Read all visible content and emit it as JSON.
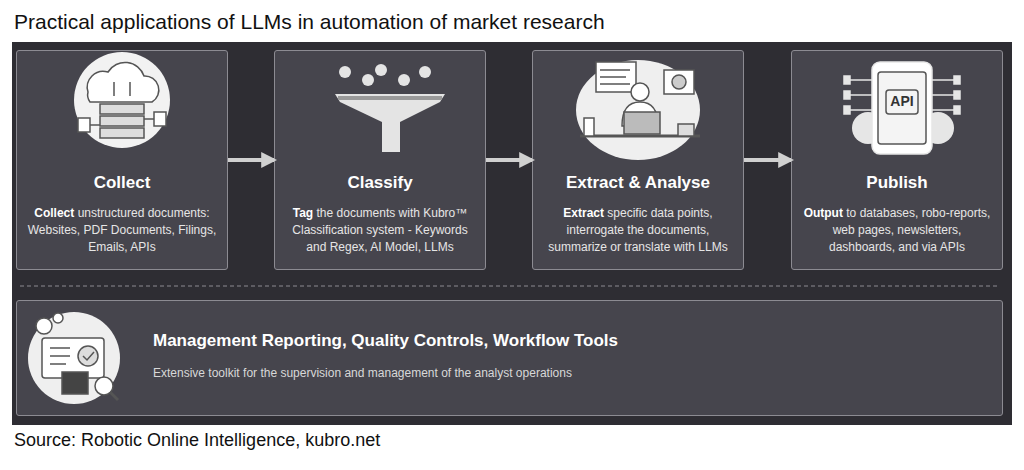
{
  "diagram": {
    "title": "Practical applications of LLMs in automation of market research",
    "caption": "Source: Robotic Online Intelligence, kubro.net",
    "nodes": [
      {
        "text": [
          "Collect",
          "Collect unstructured documents: Websites, PDF Documents, Filings, Emails, APIs"
        ]
      },
      {
        "text": [
          "Classify",
          "Tag the documents with Kubro™ Classification system - Keywords and Regex, AI Model, LLMs"
        ]
      },
      {
        "text": [
          "Extract & Analyse",
          "Extract specific data points, interrogate the documents, summarize or translate with LLMs"
        ]
      },
      {
        "text": [
          "Publish",
          "Output to databases, robo-reports, web pages, newsletters, dashboards, and via APIs"
        ]
      },
      {
        "text": [
          "Management Reporting, Quality Controls, Workflow Tools",
          "Extensive toolkit for the supervision and management of the analyst operations"
        ]
      }
    ],
    "edges": [
      {
        "from": 0,
        "to": 1,
        "arrow": "to"
      },
      {
        "from": 1,
        "to": 2,
        "arrow": "to"
      },
      {
        "from": 2,
        "to": 3,
        "arrow": "to"
      }
    ],
    "labels": [
      "API"
    ]
  }
}
